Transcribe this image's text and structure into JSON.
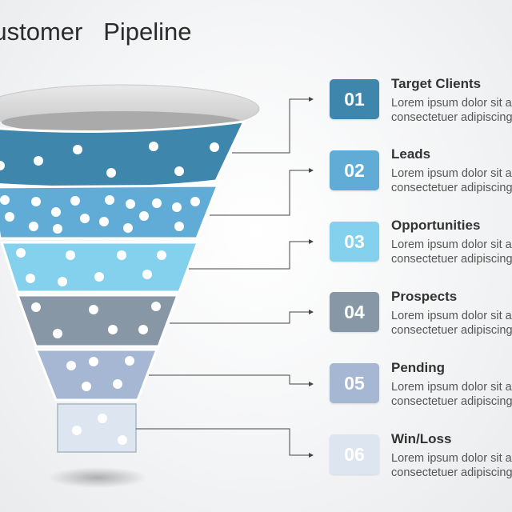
{
  "title": "Customer   Pipeline",
  "stages": [
    {
      "number": "01",
      "label": "Target Clients",
      "line1": "Lorem ipsum dolor sit amet,",
      "line2": "consectetuer adipiscing elit.",
      "color": "#3f86ad"
    },
    {
      "number": "02",
      "label": "Leads",
      "line1": "Lorem ipsum dolor sit amet,",
      "line2": "consectetuer adipiscing elit.",
      "color": "#60acd6"
    },
    {
      "number": "03",
      "label": "Opportunities",
      "line1": "Lorem ipsum dolor sit amet,",
      "line2": "consectetuer adipiscing elit.",
      "color": "#84d1ee"
    },
    {
      "number": "04",
      "label": "Prospects",
      "line1": "Lorem ipsum dolor sit amet,",
      "line2": "consectetuer adipiscing elit.",
      "color": "#8897a6"
    },
    {
      "number": "05",
      "label": "Pending",
      "line1": "Lorem ipsum dolor sit amet,",
      "line2": "consectetuer adipiscing elit.",
      "color": "#a5b7d2"
    },
    {
      "number": "06",
      "label": "Win/Loss",
      "line1": "Lorem ipsum dolor sit amet,",
      "line2": "consectetuer adipiscing elit.",
      "color": "#dde6f0"
    }
  ]
}
